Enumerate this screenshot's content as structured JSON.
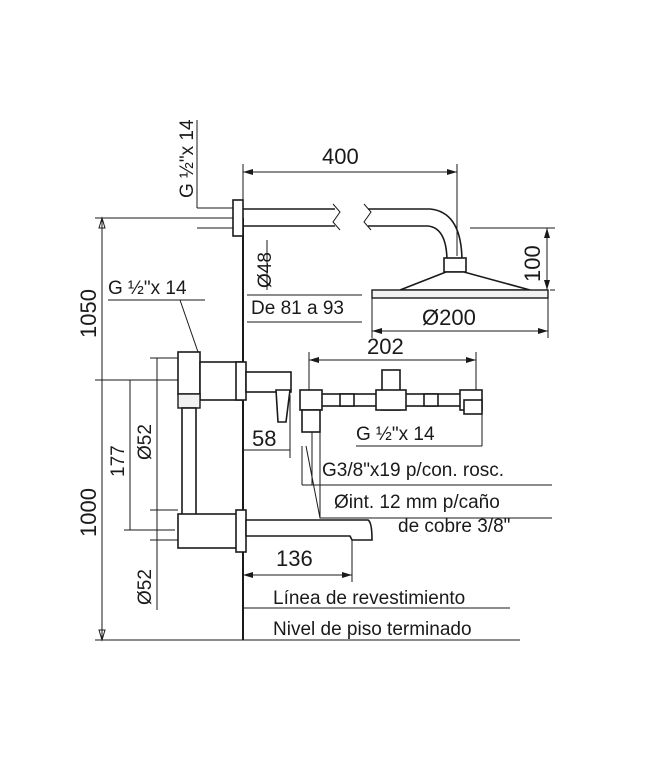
{
  "title": "",
  "colors": {
    "ink": "#1a1a1a",
    "background": "#ffffff"
  },
  "labels": {
    "thread_top": "G ½\"x 14",
    "dim_400": "400",
    "dim_1050": "1050",
    "thread_left": "G ½\"x 14",
    "dim_48": "Ø48",
    "de_81_93": "De 81 a 93",
    "dim_100": "100",
    "dim_200": "Ø200",
    "dim_202": "202",
    "dim_177": "177",
    "dim_52_top": "Ø52",
    "dim_58": "58",
    "thread_valve": "G ½\"x 14",
    "g38": "G3/8\"x19 p/con. rosc.",
    "int12": "Øint. 12 mm p/caño",
    "cobre": "de cobre 3/8\"",
    "dim_1000": "1000",
    "dim_136": "136",
    "dim_52_bottom": "Ø52",
    "linea": "Línea de revestimiento",
    "nivel": "Nivel de piso terminado"
  }
}
